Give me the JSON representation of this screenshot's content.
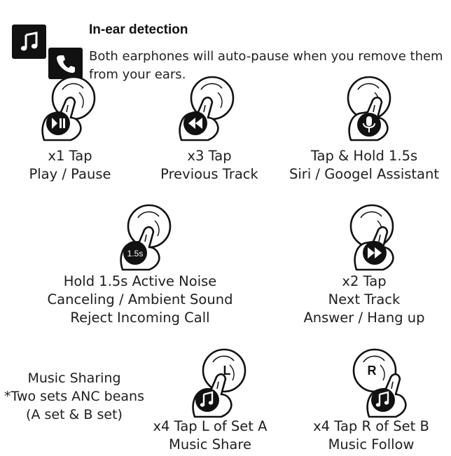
{
  "header": {
    "title": "In-ear detection",
    "description": "Both earphones will auto-pause when you remove them from your ears.",
    "icons": [
      "music-note-icon",
      "phone-icon"
    ]
  },
  "controls": [
    {
      "gesture": "x1 Tap",
      "action": "Play / Pause",
      "badge_icon": "play-pause-icon"
    },
    {
      "gesture": "x3 Tap",
      "action": "Previous Track",
      "badge_icon": "rewind-icon"
    },
    {
      "gesture": "Tap & Hold 1.5s",
      "action": "Siri / Googel Assistant",
      "badge_icon": "microphone-icon"
    },
    {
      "gesture": "Hold 1.5s Active Noise",
      "action": "Canceling / Ambient Sound",
      "extra": "Reject Incoming Call",
      "badge_text": "1.5s"
    },
    {
      "gesture": "x2 Tap",
      "action": "Next Track",
      "extra": "Answer / Hang up",
      "badge_icon": "fast-forward-icon"
    },
    {
      "gesture": "x4 Tap L of Set A",
      "action": "Music Share",
      "badge_icon": "music-note-icon",
      "bud_label": "L"
    },
    {
      "gesture": "x4 Tap R of Set B",
      "action": "Music Follow",
      "badge_icon": "music-note-icon",
      "bud_label": "R"
    }
  ],
  "sharing_note": {
    "line1": "Music Sharing",
    "line2": "*Two sets ANC beans",
    "line3": "(A set & B set)"
  },
  "colors": {
    "ink": "#111111",
    "background": "#ffffff"
  }
}
